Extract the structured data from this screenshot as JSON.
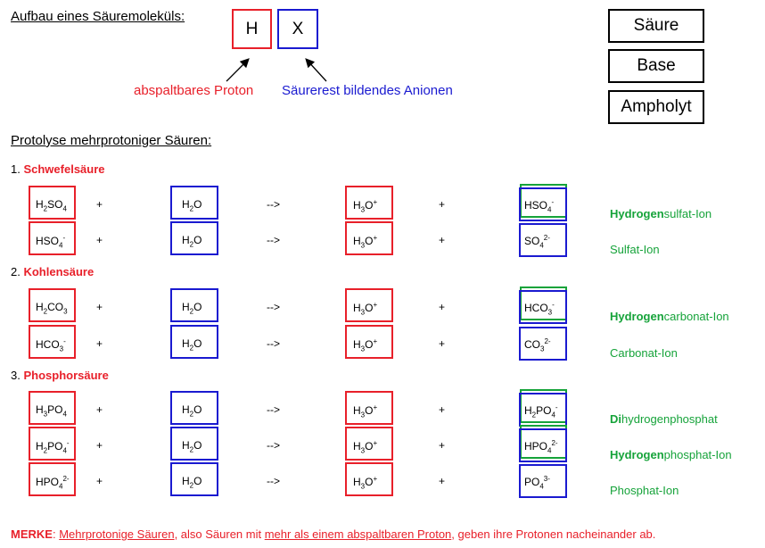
{
  "header": {
    "title": "Aufbau eines Säuremoleküls:",
    "h_letter": "H",
    "x_letter": "X",
    "proton_label": "abspaltbares Proton",
    "anion_label": "Säurerest bildendes Anionen"
  },
  "legend": {
    "acid": "Säure",
    "base": "Base",
    "ampholyte": "Ampholyt"
  },
  "colors": {
    "acid": "#e8202a",
    "base": "#1a1ad0",
    "ampholyte": "#16a33a",
    "red_text": "#e8202a"
  },
  "protolysis_title": "Protolyse mehrprotoniger Säuren:",
  "symbols": {
    "plus": "+",
    "arrow": "-->"
  },
  "sections": [
    {
      "number": "1.",
      "name": "Schwefelsäure",
      "rows": [
        {
          "acid": {
            "base": "H",
            "sub": "2",
            "rest": "SO",
            "sub2": "4",
            "sup": ""
          },
          "product": {
            "pre": "HSO",
            "sub": "4",
            "sup": "-"
          },
          "ion_bold": "Hydrogen",
          "ion_rest": "sulfat-Ion",
          "ampholyte": true
        },
        {
          "acid": {
            "base": "HSO",
            "sub": "4",
            "rest": "",
            "sub2": "",
            "sup": "-"
          },
          "product": {
            "pre": "SO",
            "sub": "4",
            "sup": "2-"
          },
          "ion_bold": "",
          "ion_rest": "Sulfat-Ion",
          "ampholyte": false
        }
      ]
    },
    {
      "number": "2.",
      "name": "Kohlensäure",
      "rows": [
        {
          "acid": {
            "base": "H",
            "sub": "2",
            "rest": "CO",
            "sub2": "3",
            "sup": ""
          },
          "product": {
            "pre": "HCO",
            "sub": "3",
            "sup": "-"
          },
          "ion_bold": "Hydrogen",
          "ion_rest": "carbonat-Ion",
          "ampholyte": true
        },
        {
          "acid": {
            "base": "HCO",
            "sub": "3",
            "rest": "",
            "sub2": "",
            "sup": "-"
          },
          "product": {
            "pre": "CO",
            "sub": "3",
            "sup": "2-"
          },
          "ion_bold": "",
          "ion_rest": "Carbonat-Ion",
          "ampholyte": false
        }
      ]
    },
    {
      "number": "3.",
      "name": "Phosphorsäure",
      "rows": [
        {
          "acid": {
            "base": "H",
            "sub": "3",
            "rest": "PO",
            "sub2": "4",
            "sup": ""
          },
          "product": {
            "pre": "H",
            "sub": "2",
            "pre2": "PO",
            "sub2": "4",
            "sup": "-"
          },
          "ion_bold": "Di",
          "ion_rest": "hydrogenphosphat",
          "ampholyte": true
        },
        {
          "acid": {
            "base": "H",
            "sub": "2",
            "rest": "PO",
            "sub2": "4",
            "sup": "-"
          },
          "product": {
            "pre": "HPO",
            "sub": "4",
            "sup": "2-"
          },
          "ion_bold": "Hydrogen",
          "ion_rest": "phosphat-Ion",
          "ampholyte": true
        },
        {
          "acid": {
            "base": "HPO",
            "sub": "4",
            "rest": "",
            "sub2": "",
            "sup": "2-"
          },
          "product": {
            "pre": "PO",
            "sub": "4",
            "sup": "3-"
          },
          "ion_bold": "",
          "ion_rest": "Phosphat-Ion",
          "ampholyte": false
        }
      ]
    }
  ],
  "water": {
    "pre": "H",
    "sub": "2",
    "rest": "O"
  },
  "hydronium": {
    "pre": "H",
    "sub": "3",
    "rest": "O",
    "sup": "+"
  },
  "footer": {
    "label": "MERKE",
    "colon": ":",
    "part1": "Mehrprotonige Säuren",
    "part2": ", also Säuren mit ",
    "part3": "mehr als einem abspaltbaren Proton",
    "part4": ",  geben ihre Protonen nacheinander ab."
  }
}
